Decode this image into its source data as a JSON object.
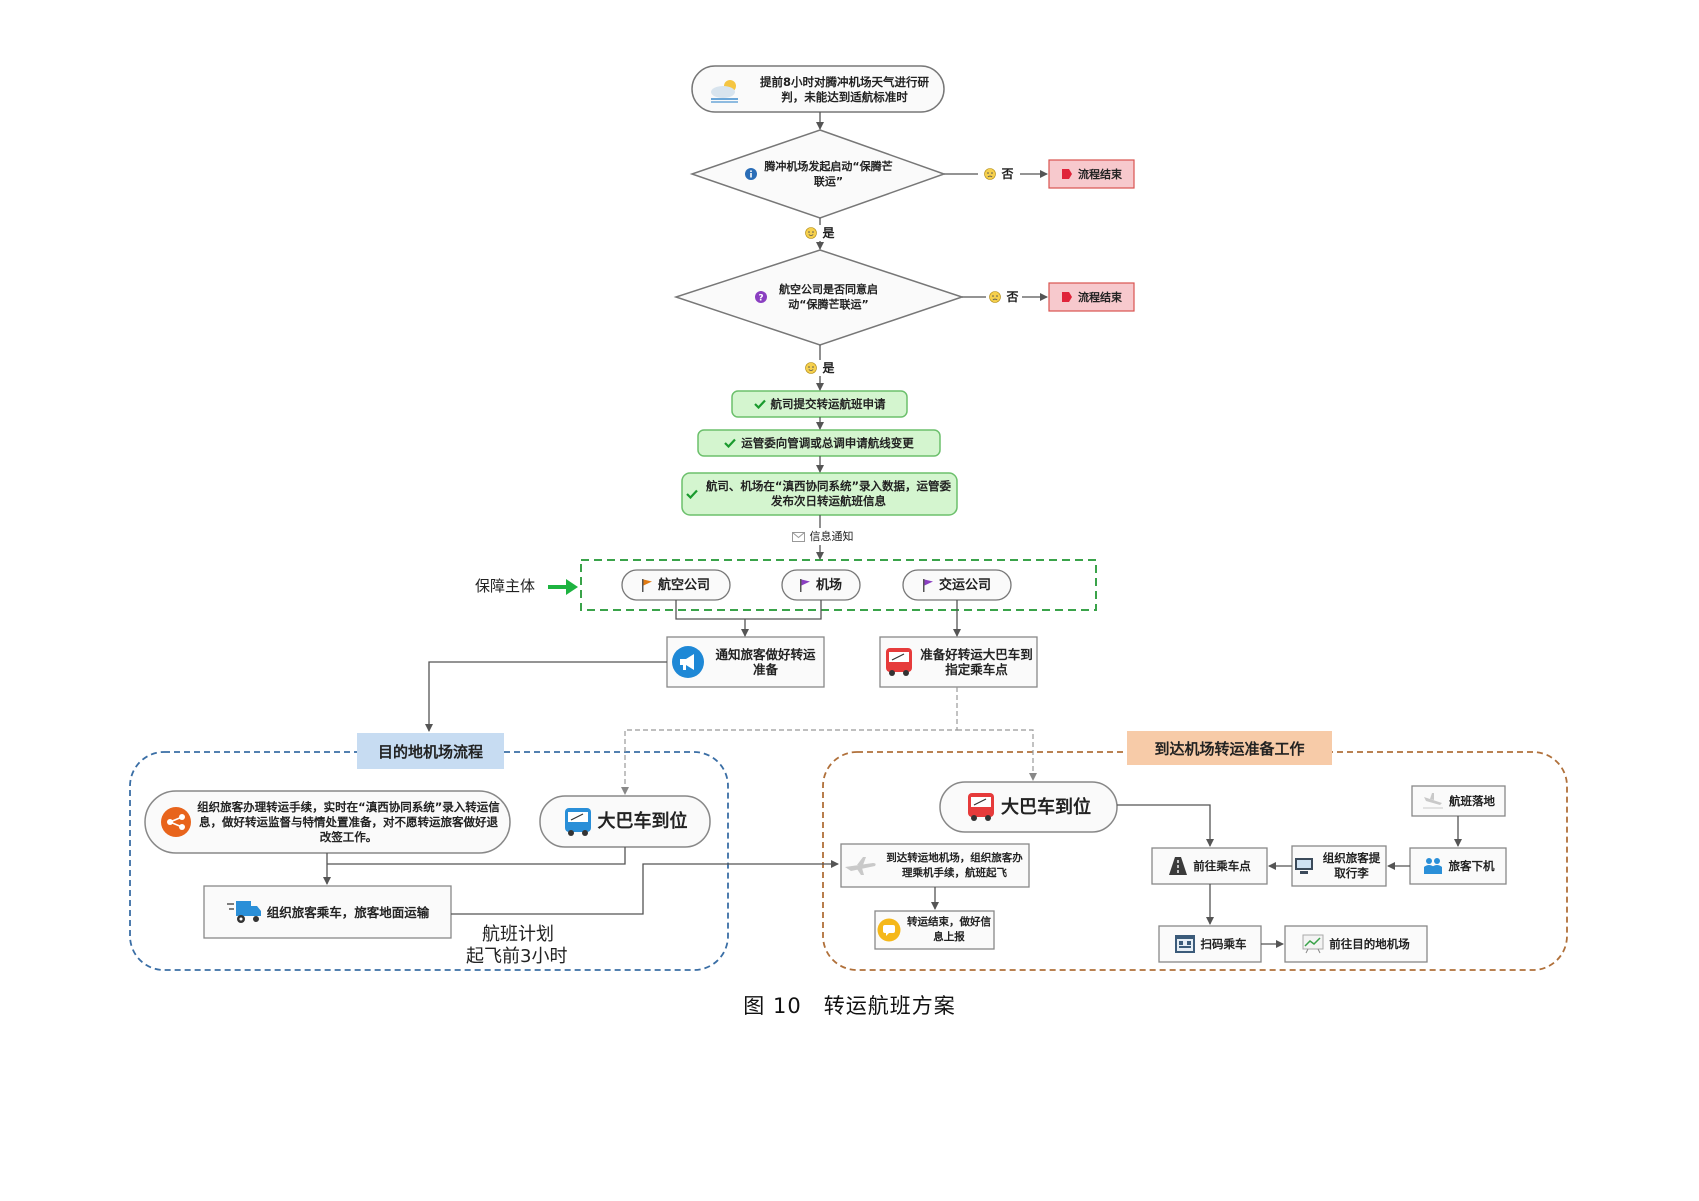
{
  "nodes": {
    "start": "提前8小时对腾冲机场天气进行研判，未能达到适航标准时",
    "decision1": "腾冲机场发起启动“保腾芒联运”",
    "no1": "否",
    "end1": "流程结束",
    "yes1": "是",
    "decision2": "航空公司是否同意启动“保腾芒联运”",
    "no2": "否",
    "end2": "流程结束",
    "yes2": "是",
    "step1": "航司提交转运航班申请",
    "step2": "运管委向管调或总调申请航线变更",
    "step3": "航司、机场在“滇西协同系统”录入数据，运管委发布次日转运航班信息",
    "notify": "信息通知",
    "guarantee_label": "保障主体",
    "party_airline": "航空公司",
    "party_airport": "机场",
    "party_transport": "交运公司",
    "notify_passengers": "通知旅客做好转运准备",
    "prepare_bus": "准备好转运大巴车到指定乘车点",
    "dest_title": "目的地机场流程",
    "dest_organize": "组织旅客办理转运手续，实时在“滇西协同系统”录入转运信息，做好转运监督与特情处置准备，对不愿转运旅客做好退改签工作。",
    "dest_bus_arrive": "大巴车到位",
    "dest_board": "组织旅客乘车，旅客地面运输",
    "flight_plan_1": "航班计划",
    "flight_plan_2": "起飞前3小时",
    "arr_title": "到达机场转运准备工作",
    "arr_bus_arrive": "大巴车到位",
    "arr_checkin": "到达转运地机场，组织旅客办理乘机手续，航班起飞",
    "arr_report": "转运结束，做好信息上报",
    "arr_landing": "航班落地",
    "arr_disembark": "旅客下机",
    "arr_baggage": "组织旅客提取行李",
    "arr_goto_point": "前往乘车点",
    "arr_scan": "扫码乘车",
    "arr_goto_dest": "前往目的地机场"
  },
  "caption": "图 10　转运航班方案",
  "colors": {
    "green_fill": "#d4f5cf",
    "green_stroke": "#6cc06c",
    "end_fill": "#f7c9cd",
    "end_stroke": "#d9534f",
    "dest_title_bg": "#c7dcf2",
    "arr_title_bg": "#f7cba8",
    "dest_border": "#3a6ea5",
    "arr_border": "#b0703a",
    "guarantee_border": "#3aa34a",
    "arrow_green": "#1db340"
  },
  "icons": {
    "start": "weather-icon",
    "decision1": "info-icon",
    "decision2": "question-icon",
    "end": "stop-icon",
    "no": "sad-face-icon",
    "yes": "smile-face-icon",
    "check": "check-icon",
    "mail": "mail-icon",
    "flag": "flag-icon",
    "megaphone": "megaphone-icon",
    "bus": "bus-icon",
    "plane": "plane-icon"
  }
}
